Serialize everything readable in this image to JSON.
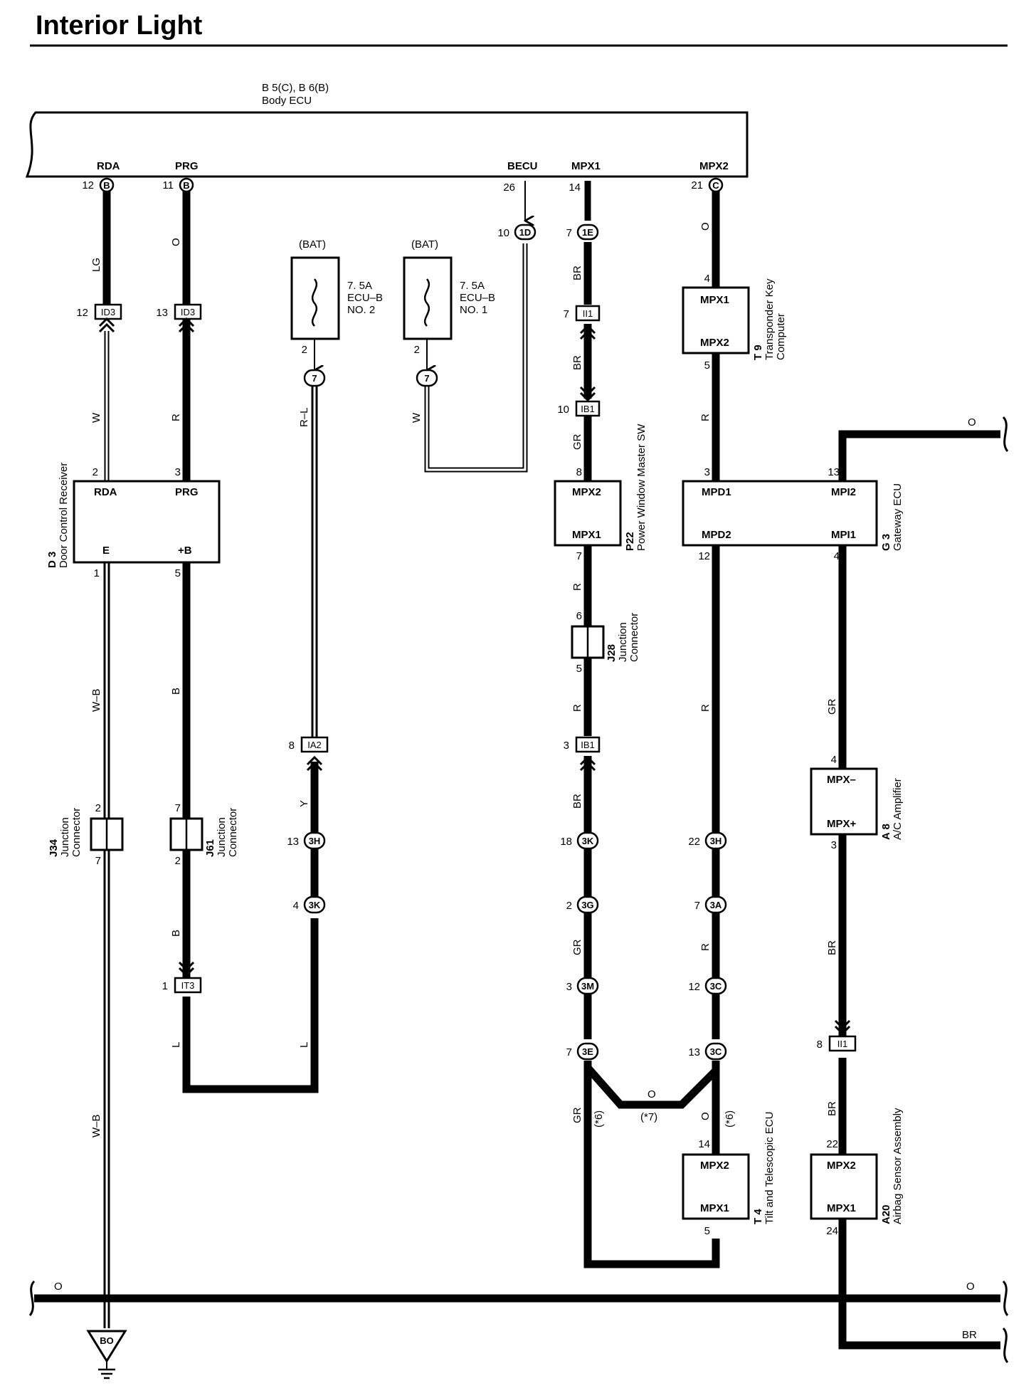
{
  "title": "Interior Light",
  "body_ecu": {
    "connectors": "B 5(C), B 6(B)",
    "name": "Body ECU",
    "terminals": {
      "rda": "RDA",
      "prg": "PRG",
      "becu": "BECU",
      "mpx1": "MPX1",
      "mpx2": "MPX2"
    },
    "pins": {
      "rda": "12",
      "prg": "11",
      "becu": "26",
      "mpx1": "14",
      "mpx2": "21"
    },
    "conn_letters": {
      "b": "B",
      "c": "C"
    }
  },
  "fuses": [
    {
      "source": "(BAT)",
      "rating": "7. 5A",
      "name": "ECU–B",
      "number": "NO. 2",
      "pin": "2",
      "conn": "7"
    },
    {
      "source": "(BAT)",
      "rating": "7. 5A",
      "name": "ECU–B",
      "number": "NO. 1",
      "pin": "2",
      "conn": "7"
    }
  ],
  "wire_colors": {
    "lg": "LG",
    "o": "O",
    "w": "W",
    "r": "R",
    "rl": "R–L",
    "br": "BR",
    "gr": "GR",
    "wb": "W–B",
    "b": "B",
    "y": "Y",
    "l": "L"
  },
  "connectors": {
    "id3": "ID3",
    "ii1": "II1",
    "ib1": "IB1",
    "ia2": "IA2",
    "it3": "IT3",
    "c1d": "1D",
    "c1e": "1E",
    "c3h": "3H",
    "c3k": "3K",
    "c3g": "3G",
    "c3m": "3M",
    "c3e": "3E",
    "c3a": "3A",
    "c3c": "3C",
    "bo": "BO"
  },
  "pins": {
    "p1": "1",
    "p2": "2",
    "p3": "3",
    "p4": "4",
    "p5": "5",
    "p6": "6",
    "p7": "7",
    "p8": "8",
    "p10": "10",
    "p12": "12",
    "p13": "13",
    "p14": "14",
    "p18": "18",
    "p22": "22",
    "p24": "24"
  },
  "components": {
    "door_control_receiver": {
      "code": "D 3",
      "name": "Door Control Receiver",
      "t1": "RDA",
      "t2": "PRG",
      "t3": "E",
      "t4": "+B"
    },
    "transponder": {
      "code": "T 9",
      "name1": "Transponder Key",
      "name2": "Computer",
      "t1": "MPX1",
      "t2": "MPX2"
    },
    "power_window": {
      "code": "P22",
      "name": "Power Window Master SW",
      "t1": "MPX2",
      "t2": "MPX1"
    },
    "gateway": {
      "code": "G 3",
      "name": "Gateway ECU",
      "t1": "MPD1",
      "t2": "MPI2",
      "t3": "MPD2",
      "t4": "MPI1"
    },
    "j28": {
      "code": "J28",
      "name1": "Junction",
      "name2": "Connector"
    },
    "j34": {
      "code": "J34",
      "name1": "Junction",
      "name2": "Connector"
    },
    "j61": {
      "code": "J61",
      "name1": "Junction",
      "name2": "Connector"
    },
    "ac_amp": {
      "code": "A 8",
      "name": "A/C Amplifier",
      "t1": "MPX–",
      "t2": "MPX+"
    },
    "tilt": {
      "code": "T 4",
      "name": "Tilt and Telescopic ECU",
      "t1": "MPX2",
      "t2": "MPX1"
    },
    "airbag": {
      "code": "A20",
      "name": "Airbag Sensor Assembly",
      "t1": "MPX2",
      "t2": "MPX1"
    }
  },
  "notes": {
    "n6": "(*6)",
    "n7": "(*7)"
  }
}
